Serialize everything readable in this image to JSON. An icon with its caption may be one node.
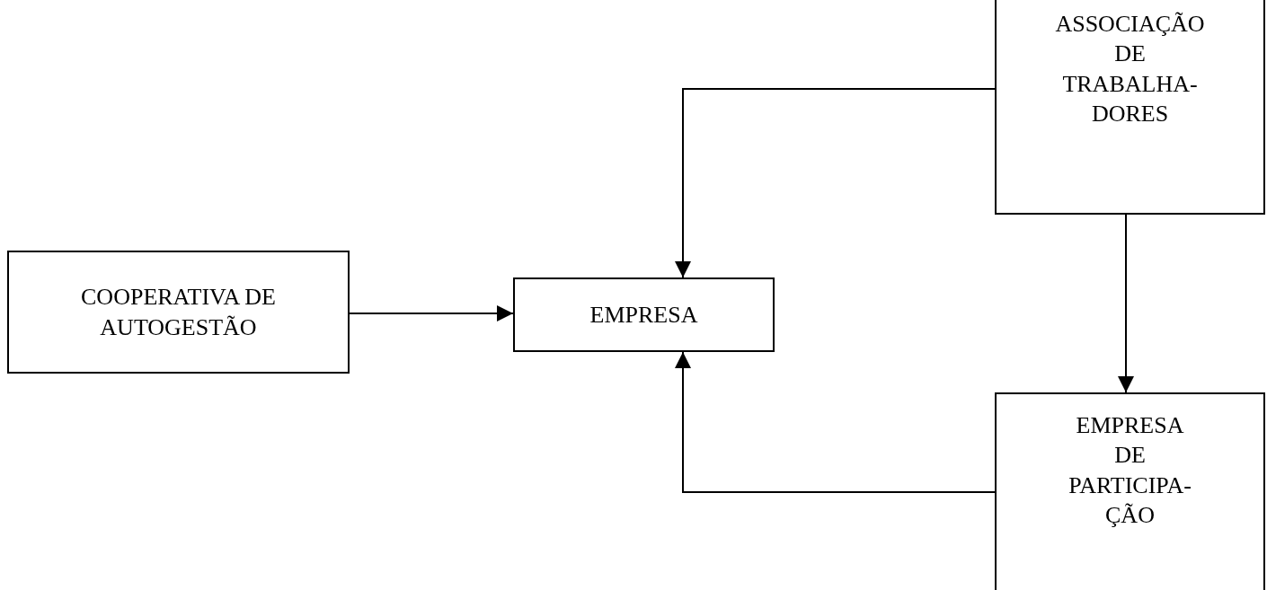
{
  "diagram": {
    "nodes": [
      {
        "text": [
          "COOPERATIVA DE AUTOGESTÃO"
        ]
      },
      {
        "text": [
          "EMPRESA"
        ]
      },
      {
        "text": [
          "ASSOCIAÇÃO DE TRABALHA- DORES"
        ]
      },
      {
        "text": [
          "EMPRESA DE PARTICIPA- ÇÃO"
        ]
      }
    ],
    "edges": [
      {
        "from": 0,
        "to": 1,
        "arrow": "to"
      },
      {
        "from": 2,
        "to": 1,
        "arrow": "to"
      },
      {
        "from": 2,
        "to": 3,
        "arrow": "to"
      },
      {
        "from": 3,
        "to": 1,
        "arrow": "to"
      }
    ]
  }
}
